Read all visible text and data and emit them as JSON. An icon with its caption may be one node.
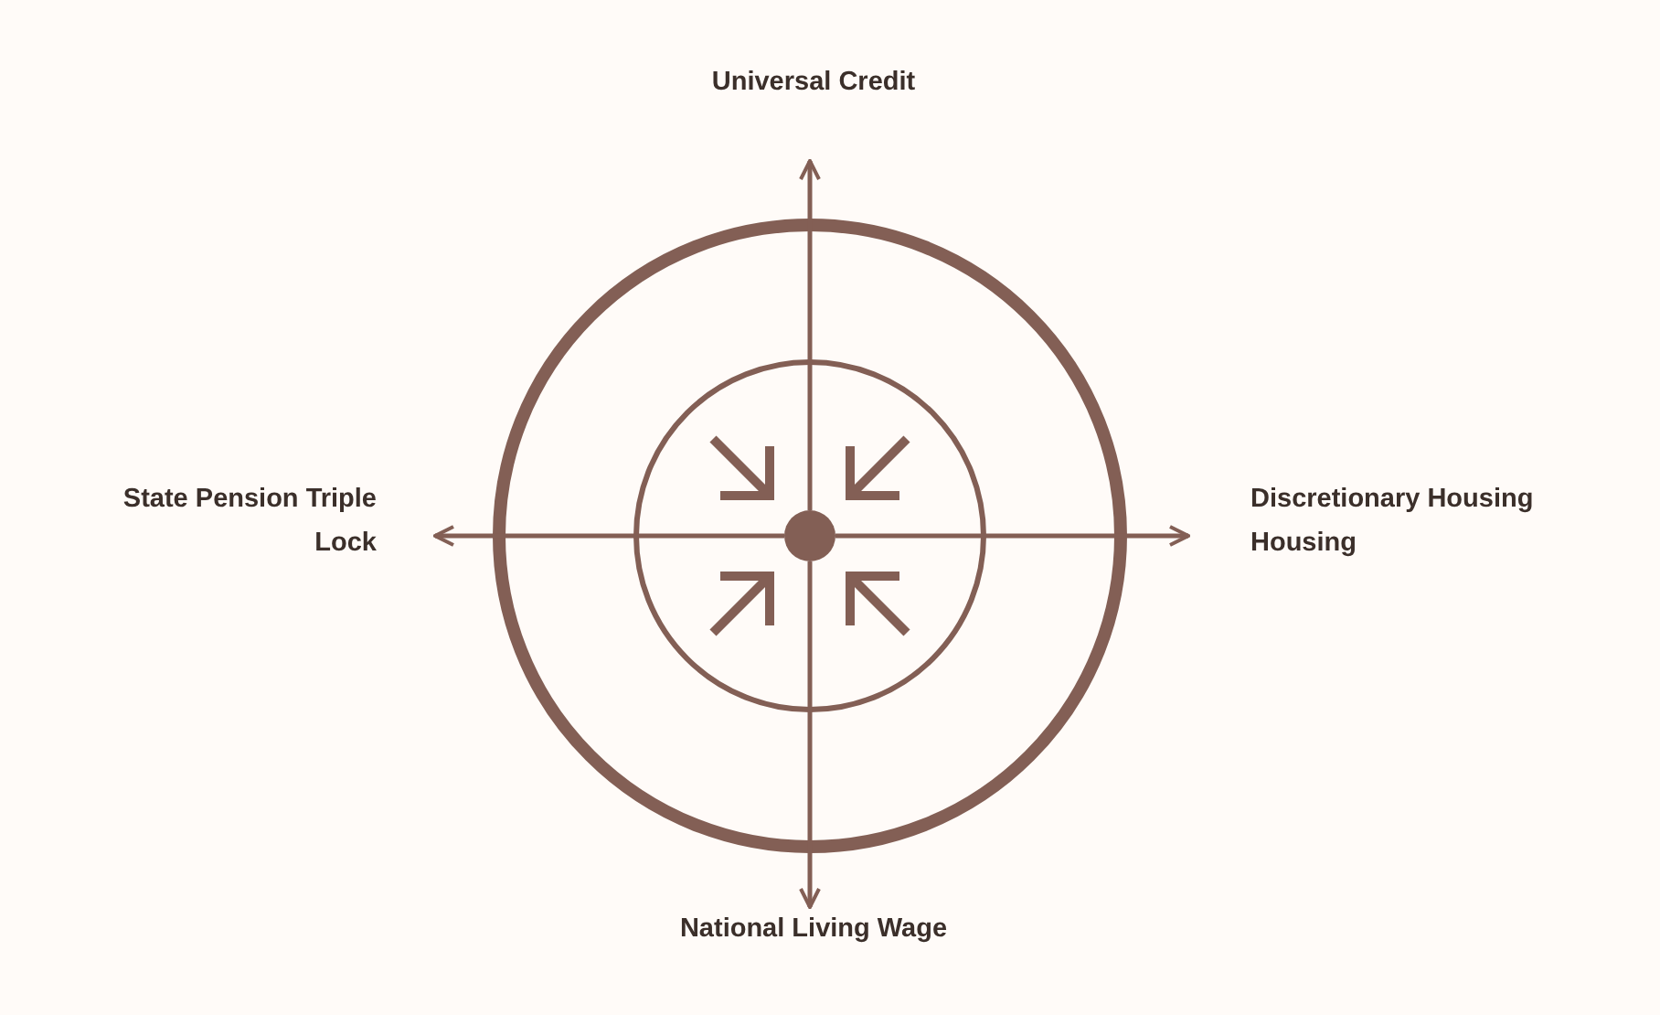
{
  "diagram": {
    "nodes": [
      {
        "text": [],
        "shape": "circle"
      },
      {
        "text": [
          "Universal Credit"
        ]
      },
      {
        "text": [
          "Discretionary Housing Housing"
        ]
      },
      {
        "text": [
          "National Living Wage"
        ]
      },
      {
        "text": [
          "State Pension Triple Lock"
        ]
      }
    ],
    "edges": [
      {
        "from": 0,
        "to": 1,
        "arrow": "to"
      },
      {
        "from": 0,
        "to": 2,
        "arrow": "to"
      },
      {
        "from": 0,
        "to": 3,
        "arrow": "to"
      },
      {
        "from": 0,
        "to": 4,
        "arrow": "to"
      }
    ]
  }
}
